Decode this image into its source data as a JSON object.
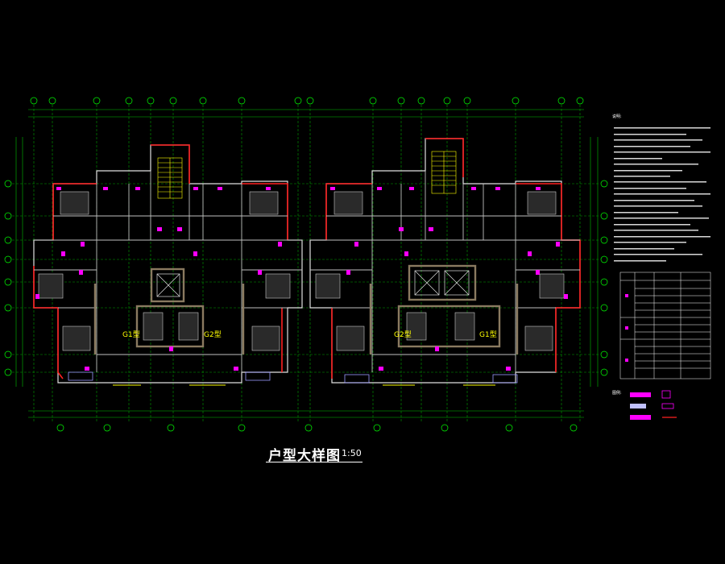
{
  "drawing": {
    "title": "户型大样图",
    "scale": "1:50",
    "unit_labels": [
      "G1型",
      "G2型",
      "G2型",
      "G1型"
    ],
    "notes_heading": "说明:",
    "legend_heading": "图例:"
  },
  "colors": {
    "background": "#000000",
    "wall": "#e8e8e8",
    "axis": "#00ff00",
    "magenta": "#ff00ff",
    "red": "#ff2020",
    "yellow": "#ffff00",
    "cyan": "#00ffff",
    "furniture": "#c8c8c8",
    "wall_fill": "#8a7a60"
  }
}
